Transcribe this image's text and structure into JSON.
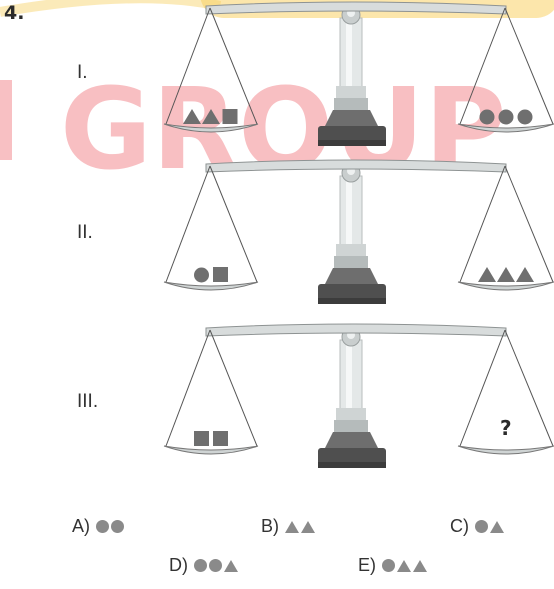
{
  "question_number": "4.",
  "watermark": "GROUP",
  "rows": [
    {
      "numeral": "I.",
      "left_pan": [
        "triangle",
        "triangle",
        "square"
      ],
      "right_pan": [
        "circle",
        "circle",
        "circle"
      ],
      "right_text": ""
    },
    {
      "numeral": "II.",
      "left_pan": [
        "circle",
        "square"
      ],
      "right_pan": [
        "triangle",
        "triangle",
        "triangle"
      ],
      "right_text": ""
    },
    {
      "numeral": "III.",
      "left_pan": [
        "square",
        "square"
      ],
      "right_pan": [],
      "right_text": "?"
    }
  ],
  "choices": [
    {
      "label": "A)",
      "symbols": [
        "circle",
        "circle"
      ]
    },
    {
      "label": "B)",
      "symbols": [
        "triangle",
        "triangle"
      ]
    },
    {
      "label": "C)",
      "symbols": [
        "circle",
        "triangle"
      ]
    },
    {
      "label": "D)",
      "symbols": [
        "circle",
        "circle",
        "triangle"
      ]
    },
    {
      "label": "E)",
      "symbols": [
        "circle",
        "triangle",
        "triangle"
      ]
    }
  ],
  "colors": {
    "symbol": "#6f6f6f",
    "choice_symbol": "#8a8a8a",
    "watermark_red": "#ef6b73",
    "watermark_yellow": "#f7c94a",
    "scale_dark": "#4f4f4f",
    "scale_light": "#d8dcdc"
  }
}
